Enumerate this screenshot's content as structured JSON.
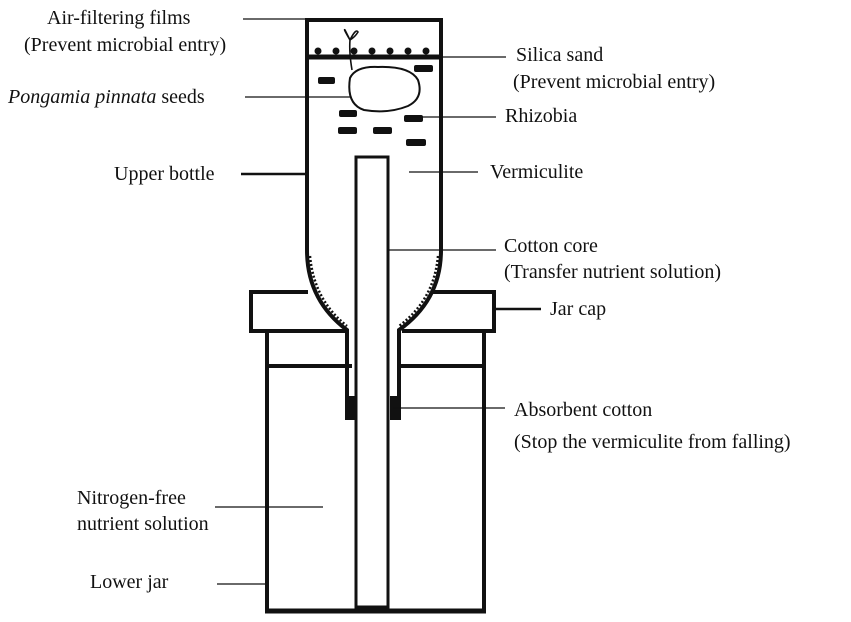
{
  "labels": {
    "air_filter": {
      "line1": "Air-filtering films",
      "line2": "(Prevent microbial entry)"
    },
    "seeds": {
      "species": "Pongamia pinnata",
      "suffix": " seeds"
    },
    "upper_bottle": "Upper bottle",
    "silica_sand": {
      "line1": "Silica sand",
      "line2": "(Prevent microbial entry)"
    },
    "rhizobia": "Rhizobia",
    "vermiculite": "Vermiculite",
    "cotton_core": {
      "line1": "Cotton core",
      "line2": "(Transfer nutrient solution)"
    },
    "jar_cap": "Jar cap",
    "absorbent_cotton": {
      "line1": "Absorbent cotton",
      "line2": "(Stop the vermiculite from falling)"
    },
    "nutrient_solution": {
      "line1": "Nitrogen-free",
      "line2": "nutrient solution"
    },
    "lower_jar": "Lower jar"
  },
  "colors": {
    "ink": "#111111",
    "background": "#ffffff"
  }
}
